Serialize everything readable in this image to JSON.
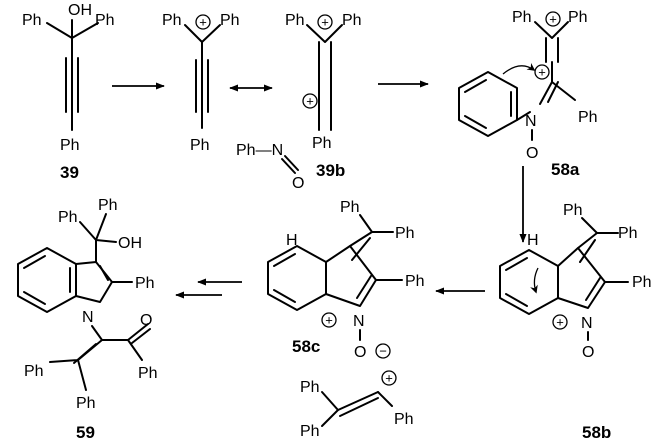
{
  "compounds": {
    "c39": "39",
    "c39b": "39b",
    "c58a": "58a",
    "c58b": "58b",
    "c58c": "58c",
    "c59": "59"
  },
  "atoms": {
    "ph": "Ph",
    "oh": "OH",
    "h": "H",
    "n": "N",
    "o": "O",
    "o_minus": "O",
    "ph_n": "Ph—N",
    "plus": "+",
    "minus": "−"
  }
}
